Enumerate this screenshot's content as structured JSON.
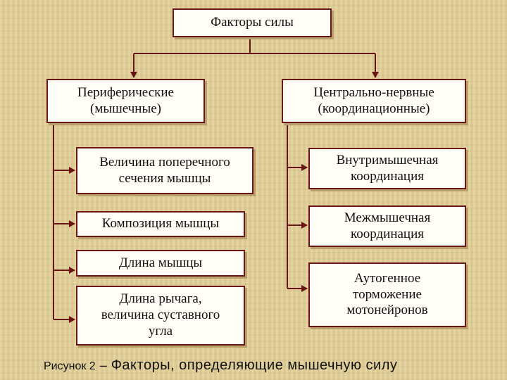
{
  "diagram": {
    "root": "Факторы силы",
    "left": {
      "title": "Периферические\n(мышечные)",
      "items": [
        "Величина поперечного\nсечения мышцы",
        "Композиция мышцы",
        "Длина мышцы",
        "Длина рычага,\nвеличина суставного\nугла"
      ]
    },
    "right": {
      "title": "Центрально-нервные\n(координационные)",
      "items": [
        "Внутримышечная\nкоординация",
        "Межмышечная\nкоординация",
        "Аутогенное\nторможение\nмотонейронов"
      ]
    }
  },
  "caption": {
    "prefix": "Рисунок 2",
    "dash": "–",
    "text": "Факторы, определяющие мышечную силу"
  },
  "colors": {
    "line": "#6a1414",
    "box_border": "#6a1414",
    "box_fill": "#fffdf6"
  }
}
